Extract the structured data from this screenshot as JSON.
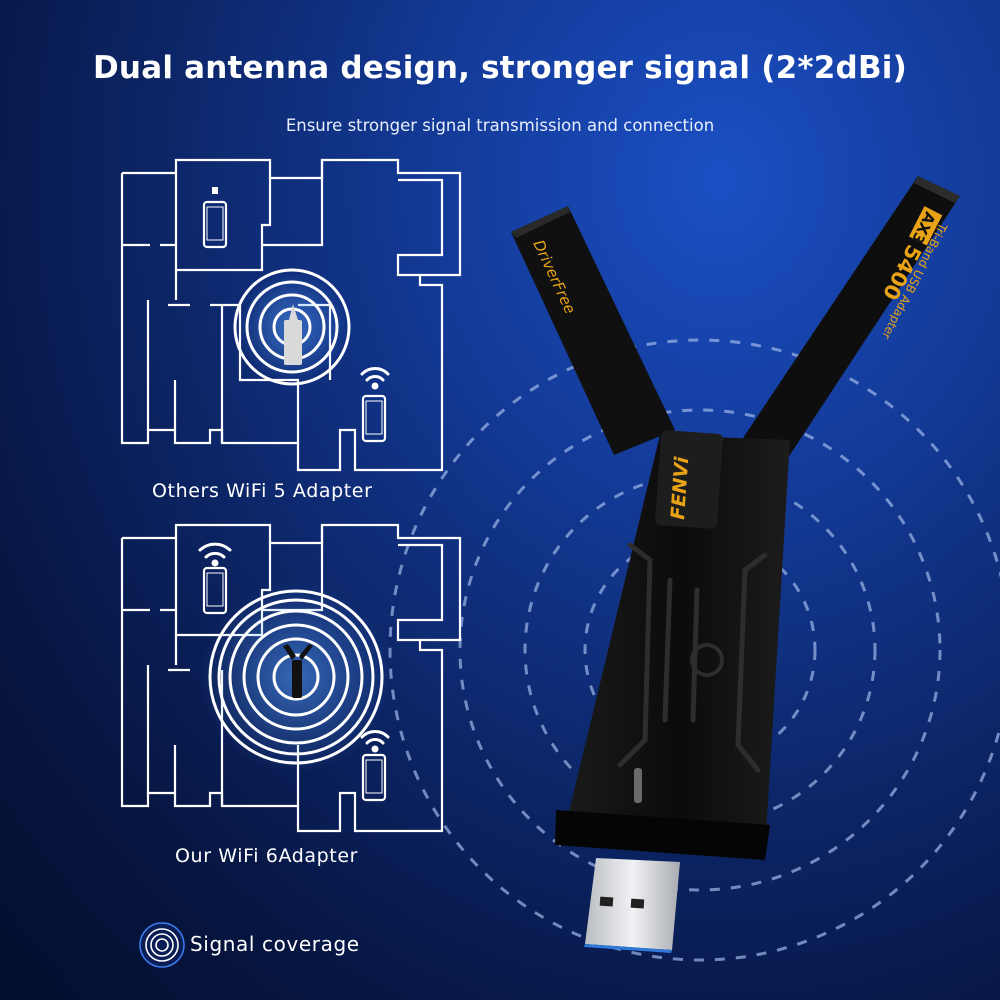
{
  "headline": "Dual antenna design, stronger signal (2*2dBi)",
  "subheadline": "Ensure stronger signal transmission and connection",
  "floorplans": {
    "wifi5_caption": "Others WiFi 5 Adapter",
    "wifi6_caption": "Our WiFi 6Adapter"
  },
  "legend": {
    "label": "Signal coverage",
    "icon": "signal-rings-icon"
  },
  "product": {
    "brand": "FENVi",
    "left_antenna_text": "DriverFree",
    "model_badge": "AX3",
    "model_number": "5400",
    "right_antenna_text": "Tri-Band USB Adapter"
  },
  "colors": {
    "background_top": "#1b4fc4",
    "background_bottom": "#040e2e",
    "accent_gold": "#e8a317",
    "outline": "#ffffff"
  }
}
